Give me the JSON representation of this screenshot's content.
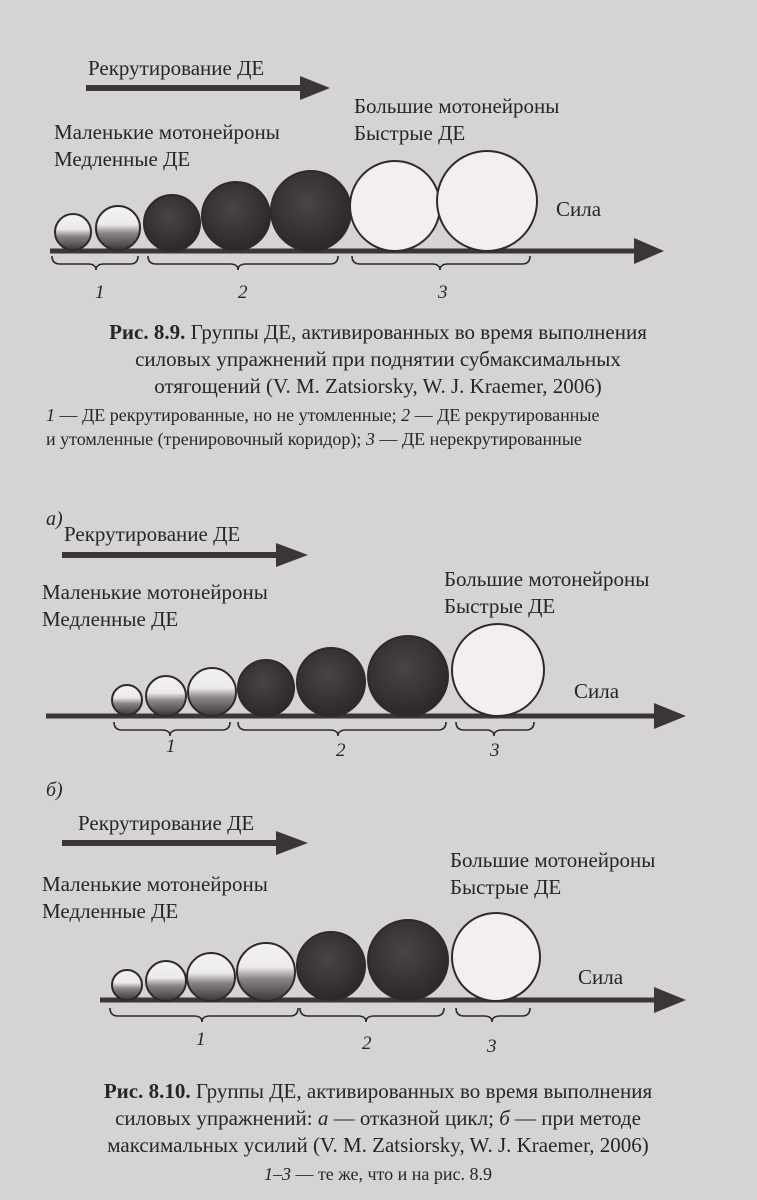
{
  "figure_8_9": {
    "recruitment_label": "Рекрутирование ДЕ",
    "small_label_1": "Маленькие мотонейроны",
    "small_label_2": "Медленные ДЕ",
    "large_label_1": "Большие мотонейроны",
    "large_label_2": "Быстрые ДЕ",
    "force_label": "Сила",
    "groups": [
      "1",
      "2",
      "3"
    ],
    "circles": [
      "partial",
      "partial",
      "filled",
      "filled",
      "filled",
      "empty",
      "empty"
    ],
    "caption_bold": "Рис. 8.9.",
    "caption_line_1": " Группы ДЕ, активированных во время выполнения",
    "caption_line_2": "силовых упражнений при поднятии субмаксимальных",
    "caption_line_3": "отягощений (V. M. Zatsiorsky, W. J. Kraemer, 2006)",
    "legend_n1": "1",
    "legend_t1": " — ДЕ рекрутированные, но не утомленные; ",
    "legend_n2": "2",
    "legend_t2": " — ДЕ рекрутированные",
    "legend_line_2a": "и утомленные (тренировочный коридор); ",
    "legend_n3": "3",
    "legend_t3": " — ДЕ нерекрутированные"
  },
  "figure_8_10a": {
    "panel_label": "а)",
    "recruitment_label": "Рекрутирование ДЕ",
    "small_label_1": "Маленькие мотонейроны",
    "small_label_2": "Медленные ДЕ",
    "large_label_1": "Большие мотонейроны",
    "large_label_2": "Быстрые ДЕ",
    "force_label": "Сила",
    "groups": [
      "1",
      "2",
      "3"
    ],
    "circles": [
      "partial",
      "partial",
      "partial",
      "filled",
      "filled",
      "filled",
      "empty"
    ]
  },
  "figure_8_10b": {
    "panel_label": "б)",
    "recruitment_label": "Рекрутирование ДЕ",
    "small_label_1": "Маленькие мотонейроны",
    "small_label_2": "Медленные ДЕ",
    "large_label_1": "Большие мотонейроны",
    "large_label_2": "Быстрые ДЕ",
    "force_label": "Сила",
    "groups": [
      "1",
      "2",
      "3"
    ],
    "circles": [
      "partial",
      "partial",
      "partial",
      "partial",
      "filled",
      "filled",
      "empty"
    ]
  },
  "figure_8_10_caption": {
    "caption_bold": "Рис. 8.10.",
    "caption_line_1": " Группы ДЕ, активированных во время выполнения",
    "caption_line_2a": "силовых упражнений: ",
    "caption_a": "а",
    "caption_line_2b": " — отказной цикл; ",
    "caption_b": "б",
    "caption_line_2c": " — при методе",
    "caption_line_3": "максимальных усилий (V. M. Zatsiorsky, W. J. Kraemer, 2006)",
    "note_range": "1–3",
    "note_text": " — те же, что и на рис. 8.9"
  },
  "colors": {
    "ink": "#2e2a2b",
    "arrow": "#3b3537",
    "background": "#d6d4d2",
    "circle_fill_light": "#f2efee"
  }
}
